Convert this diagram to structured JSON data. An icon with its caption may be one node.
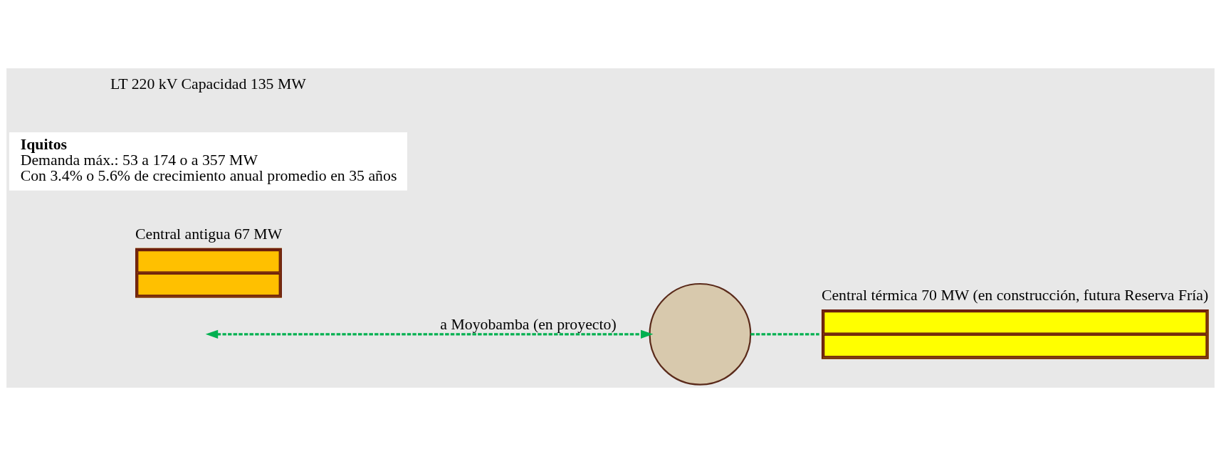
{
  "diagram": {
    "nodes": [
      {
        "text": [],
        "shape": "box",
        "beside": [
          "Central térmica 70 MW (en construcción, futura Reserva Fría)"
        ]
      },
      {
        "text": [],
        "shape": "box",
        "beside": [
          "Central antigua 67 MW"
        ]
      },
      {
        "text": [],
        "shape": "circle"
      },
      {
        "text": [
          "Iquitos",
          "Demanda máx.: 53 a 174 o a 357 MW",
          "Con 3.4% o 5.6% de crecimiento anual promedio en 35 años"
        ]
      }
    ],
    "edges": [
      {
        "from": 2,
        "to": 0,
        "arrow": "none",
        "style": "dashed",
        "color": "#00b050"
      },
      {
        "from": null,
        "to": 2,
        "arrow": "both",
        "label": "a Moyobamba (en proyecto)",
        "style": "dashed",
        "color": "#00b050"
      }
    ],
    "labels": [
      "LT 220 kV Capacidad 135 MW"
    ]
  }
}
